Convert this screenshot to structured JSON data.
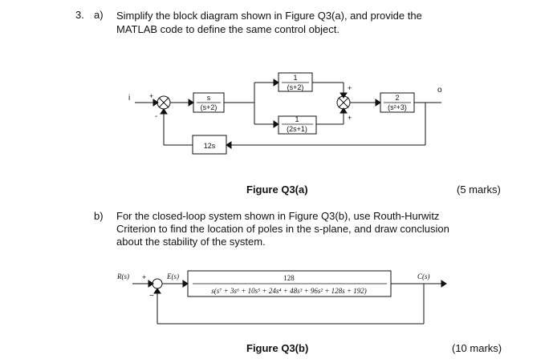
{
  "question": {
    "number": "3.",
    "part_a": {
      "letter": "a)",
      "text": "Simplify the block diagram shown in Figure Q3(a), and provide the MATLAB code to define the same control object.",
      "figure_caption": "Figure Q3(a)",
      "marks": "(5 marks)",
      "diagram": {
        "input_label": "i",
        "output_label": "o",
        "block_s_num": "s",
        "block_s_den": "(s+2)",
        "block_upper_num": "1",
        "block_upper_den": "(s+2)",
        "block_lower_num": "1",
        "block_lower_den": "(2s+1)",
        "block_right_num": "2",
        "block_right_den": "(s²+3)",
        "block_feedback": "12s",
        "sign_plus": "+",
        "sign_minus": "-"
      }
    },
    "part_b": {
      "letter": "b)",
      "text": "For the closed-loop system shown in Figure Q3(b), use Routh-Hurwitz Criterion to find the location of poles in the s-plane, and draw conclusion about the stability of the system.",
      "figure_caption": "Figure Q3(b)",
      "marks": "(10 marks)",
      "diagram": {
        "input_label": "R(s)",
        "error_label": "E(s)",
        "output_label": "C(s)",
        "numerator": "128",
        "denominator": "s(s⁷ + 3s⁶ + 10s⁵ + 24s⁴ + 48s³ + 96s² + 128s + 192)",
        "sign_plus": "+",
        "sign_minus": "−"
      }
    }
  }
}
